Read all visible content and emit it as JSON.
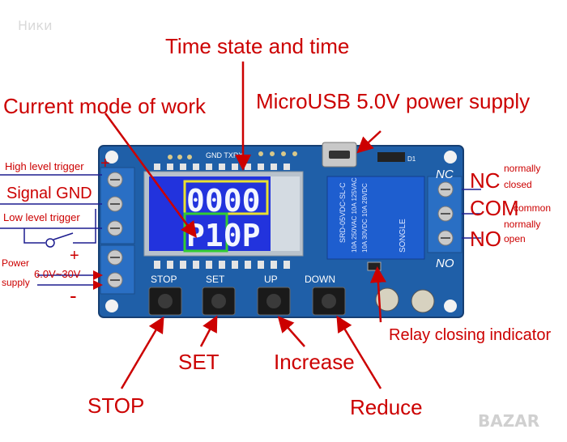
{
  "watermark": "Ники",
  "brand": "BAZAR",
  "colors": {
    "label": "#cc0000",
    "pcb": "#1f5fa8",
    "lcd": "#2233dd",
    "frame_green": "#33cc33",
    "frame_yellow": "#e8e030"
  },
  "labels": {
    "time_state": "Time state and time",
    "current_mode": "Current mode of work",
    "microusb": "MicroUSB 5.0V power supply",
    "high_level": "High level trigger",
    "signal_gnd": "Signal GND",
    "low_level": "Low level trigger",
    "power": "Power",
    "supply": "supply",
    "voltage": "6.0V~30V",
    "nc": "NC",
    "normally_1": "normally",
    "closed": "closed",
    "com": "COM",
    "common": "common",
    "no": "NO",
    "normally_2": "normally",
    "open": "open",
    "relay_indicator": "Relay closing indicator",
    "set": "SET",
    "increase": "Increase",
    "stop": "STOP",
    "reduce": "Reduce"
  },
  "board": {
    "header_text": "GND TXRX",
    "d1": "D1",
    "nc": "NC",
    "no": "NO",
    "buttons": [
      "STOP",
      "SET",
      "UP",
      "DOWN"
    ],
    "display_top": "0000",
    "display_bottom": "P10P",
    "relay_lines": [
      "SRD-05VDC-SL-C",
      "10A 250VAC 10A 125VAC",
      "10A 30VDC 10A 28VDC"
    ],
    "relay_brand": "SONGLE"
  }
}
